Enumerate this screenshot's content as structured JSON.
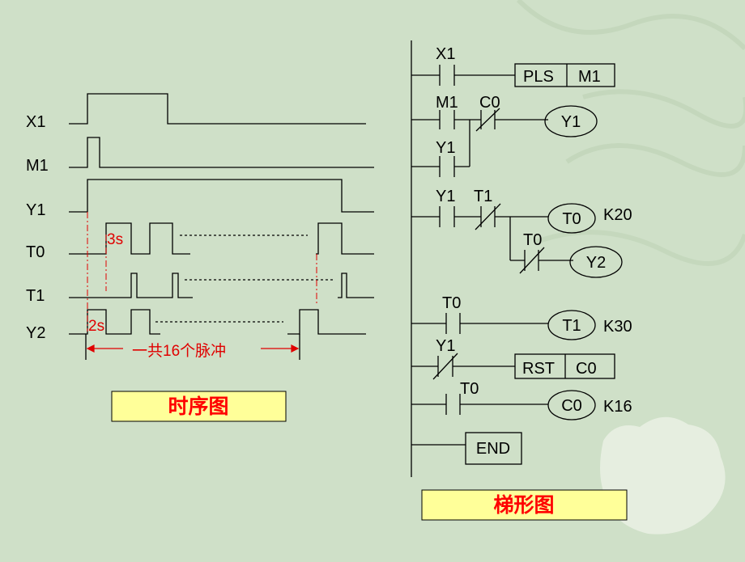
{
  "colors": {
    "background": "#cfe0c8",
    "line": "#000000",
    "annotation": "#e00000",
    "caption_box": "#ffff99",
    "caption_text": "#ff0000"
  },
  "timing": {
    "signals": [
      "X1",
      "M1",
      "Y1",
      "T0",
      "T1",
      "Y2"
    ],
    "label_3s": "3s",
    "label_2s": "2s",
    "pulse_note": "一共16个脉冲",
    "caption": "时序图"
  },
  "ladder": {
    "caption": "梯形图",
    "rung1": {
      "contact": "X1",
      "box_op": "PLS",
      "box_arg": "M1"
    },
    "rung2": {
      "contact1": "M1",
      "contact2": "C0",
      "parallel": "Y1",
      "coil": "Y1"
    },
    "rung3": {
      "contact1": "Y1",
      "contact2": "T1",
      "coil": "T0",
      "coil_param": "K20",
      "branch_contact": "T0",
      "branch_coil": "Y2"
    },
    "rung4": {
      "contact": "T0",
      "coil": "T1",
      "coil_param": "K30"
    },
    "rung5": {
      "contact": "Y1",
      "box_op": "RST",
      "box_arg": "C0"
    },
    "rung6": {
      "contact": "T0",
      "coil": "C0",
      "coil_param": "K16"
    },
    "end": "END"
  }
}
